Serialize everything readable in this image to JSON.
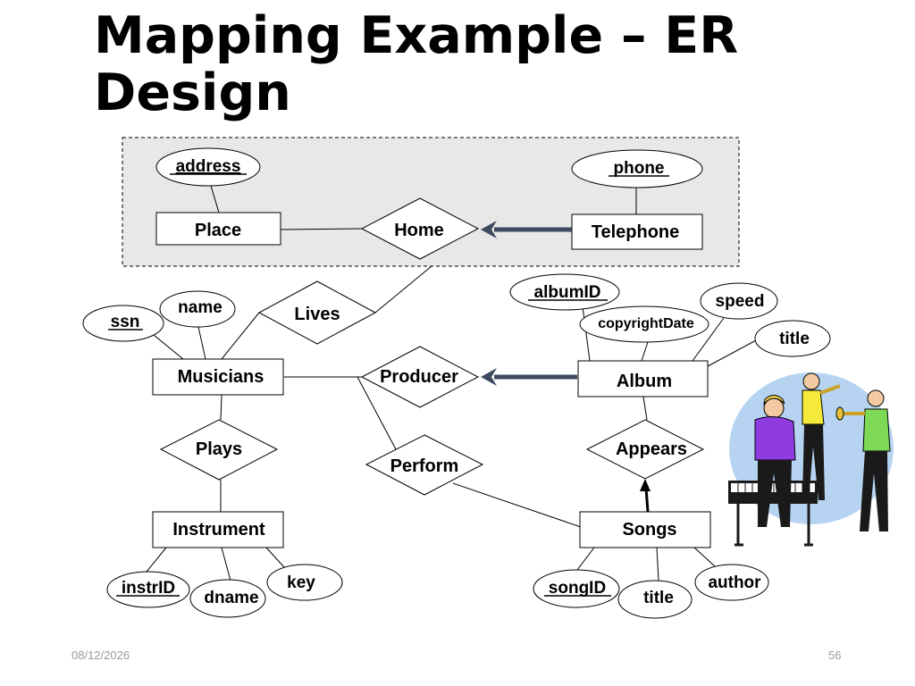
{
  "title": "Mapping Example – ER Design",
  "diagram": {
    "entities": {
      "place": "Place",
      "telephone": "Telephone",
      "musicians": "Musicians",
      "album": "Album",
      "instrument": "Instrument",
      "songs": "Songs"
    },
    "relationships": {
      "home": "Home",
      "lives": "Lives",
      "producer": "Producer",
      "plays": "Plays",
      "perform": "Perform",
      "appears": "Appears"
    },
    "attributes": {
      "address": "address",
      "phone": "phone",
      "ssn": "ssn",
      "name": "name",
      "album_id": "albumID",
      "speed": "speed",
      "copyright_date": "copyrightDate",
      "album_title": "title",
      "instr_id": "instrID",
      "dname": "dname",
      "key": "key",
      "song_id": "songID",
      "song_title": "title",
      "author": "author"
    },
    "colors": {
      "aggregation_fill": "#e8e8e8",
      "arrow": "#3d4a5f"
    }
  },
  "footer": {
    "date": "08/12/2026",
    "page": "56"
  },
  "clipart": "musicians-band-clipart"
}
